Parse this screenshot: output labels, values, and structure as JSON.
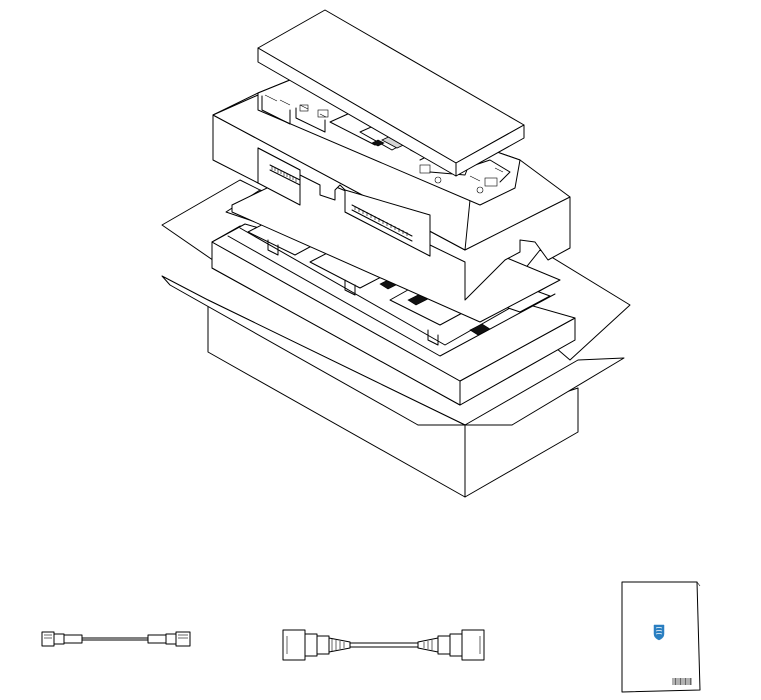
{
  "figure": {
    "main_item": "packaging-carton-with-foam-inserts",
    "accessories": [
      "network-cable",
      "power-cord",
      "manual-booklet"
    ]
  },
  "colors": {
    "line": "#000000",
    "background": "#ffffff",
    "logo": "#2a7fc1"
  },
  "icons": {
    "logo": "shield-logo-icon",
    "barcode": "barcode-icon"
  }
}
